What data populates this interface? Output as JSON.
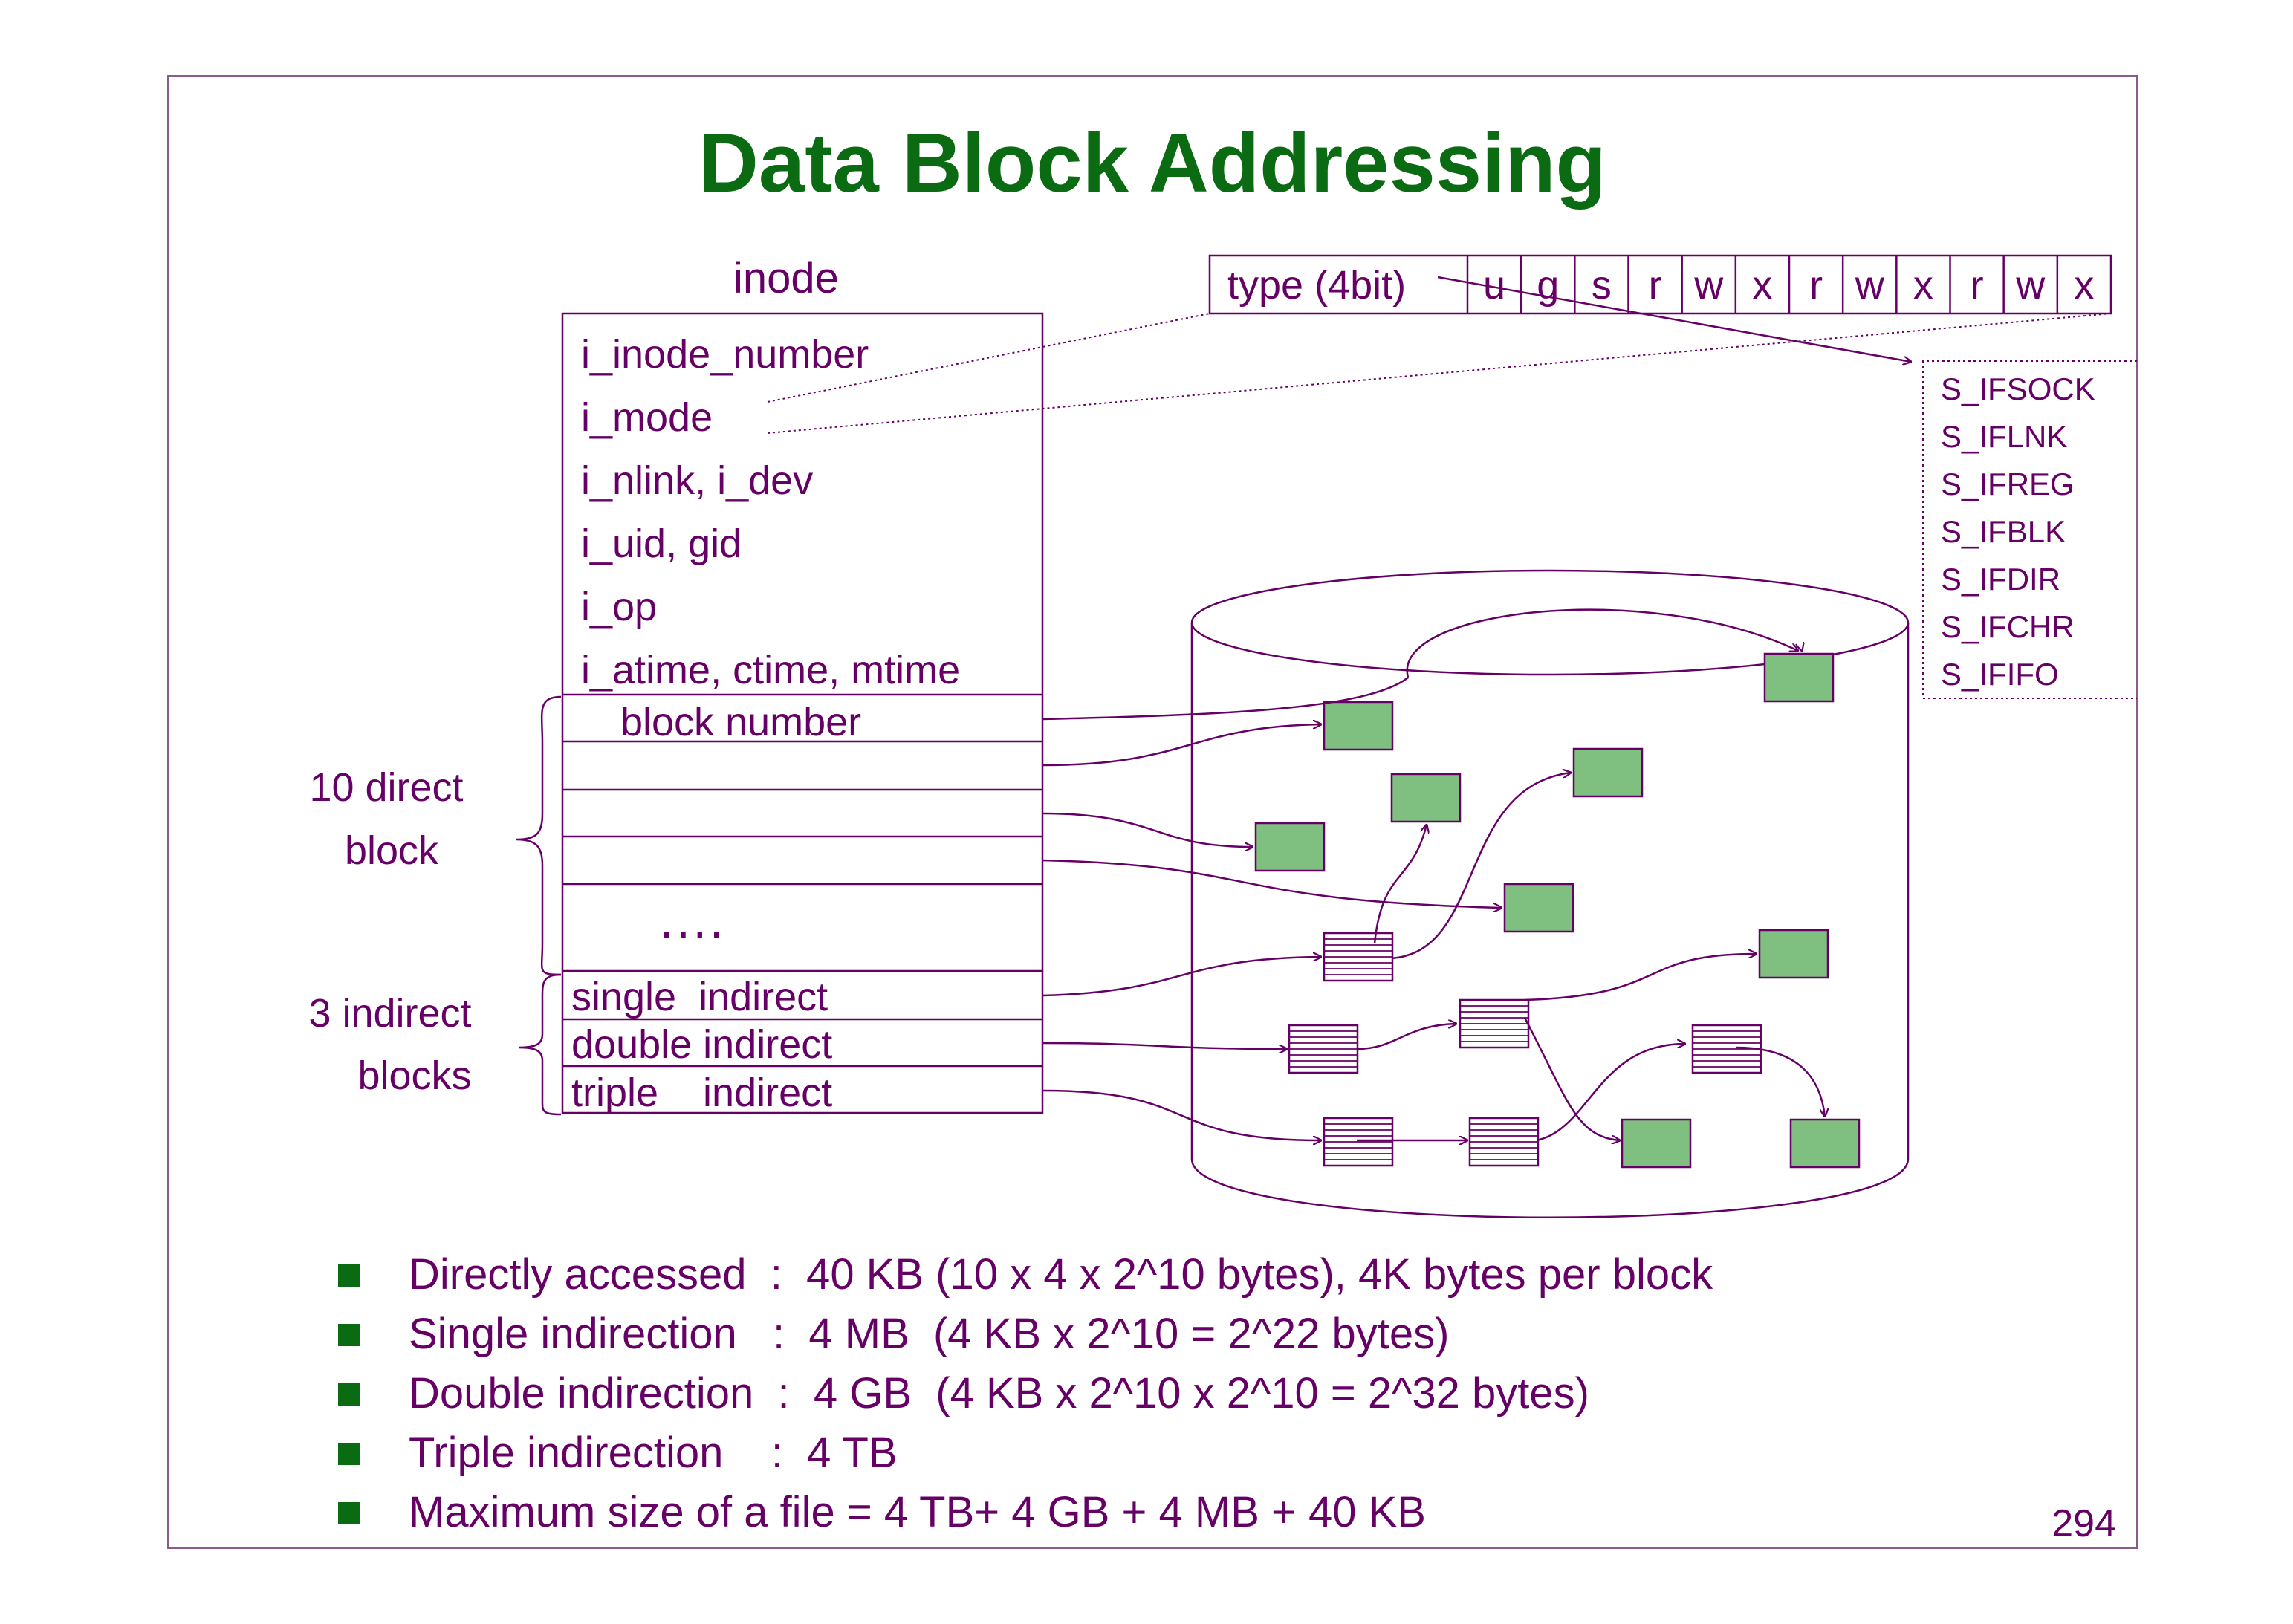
{
  "title": "Data Block Addressing",
  "page_number": "294",
  "colors": {
    "title": "#0b6b12",
    "ink": "#660066",
    "block_fill": "#7fbf7f",
    "bullet": "#0b6b12",
    "frame": "#8a5a8a"
  },
  "inode": {
    "heading": "inode",
    "fields": [
      "i_inode_number",
      "i_mode",
      "i_nlink, i_dev",
      "i_uid, gid",
      "i_op",
      "i_atime, ctime, mtime"
    ],
    "block_number_label": "block number",
    "ellipsis": "....",
    "single_indirect": "single  indirect",
    "double_indirect": "double indirect",
    "triple_indirect": "triple    indirect"
  },
  "braces": {
    "direct_line1": "10 direct",
    "direct_line2": "block",
    "indirect_line1": "3 indirect",
    "indirect_line2": "blocks"
  },
  "mode_bits": {
    "type_label": "type (4bit)",
    "bits": [
      "u",
      "g",
      "s",
      "r",
      "w",
      "x",
      "r",
      "w",
      "x",
      "r",
      "w",
      "x"
    ]
  },
  "file_types": [
    "S_IFSOCK",
    "S_IFLNK",
    "S_IFREG",
    "S_IFBLK",
    "S_IFDIR",
    "S_IFCHR",
    "S_IFIFO"
  ],
  "bullets": [
    "Directly accessed  :  40 KB (10 x 4 x 2^10 bytes), 4K bytes per block",
    "Single indirection   :  4 MB  (4 KB x 2^10 = 2^22 bytes)",
    "Double indirection  :  4 GB  (4 KB x 2^10 x 2^10 = 2^32 bytes)",
    "Triple indirection    :  4 TB",
    "Maximum size of a file = 4 TB+ 4 GB + 4 MB + 40 KB"
  ]
}
